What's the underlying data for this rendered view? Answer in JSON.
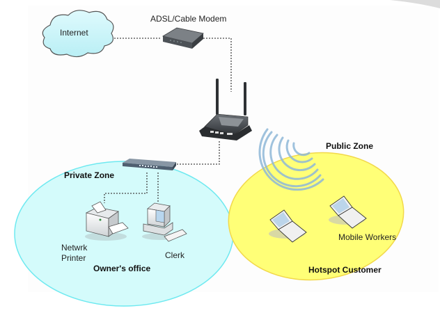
{
  "diagram": {
    "nodes": {
      "internet": {
        "label": "Internet",
        "type": "cloud"
      },
      "modem": {
        "label": "ADSL/Cable Modem",
        "type": "modem"
      },
      "access_point": {
        "label": "",
        "type": "wireless-gateway"
      },
      "switch": {
        "label": "",
        "type": "switch"
      },
      "printer": {
        "label_line1": "Netwrk",
        "label_line2": "Printer",
        "type": "printer"
      },
      "clerk": {
        "label": "Clerk",
        "type": "desktop-pc"
      },
      "laptop_1": {
        "label": "",
        "type": "laptop"
      },
      "laptop_2": {
        "label": "Mobile Workers",
        "type": "laptop"
      }
    },
    "zones": {
      "private": {
        "title": "Private Zone",
        "caption": "Owner's office",
        "color": "#d4fbfb",
        "border": "#6ee9f0"
      },
      "public": {
        "title": "Public Zone",
        "caption": "Hotspot Customer",
        "color": "#ffff77",
        "border": "#f2d84a"
      }
    },
    "links": [
      {
        "from": "internet",
        "to": "modem",
        "style": "dotted"
      },
      {
        "from": "modem",
        "to": "access_point",
        "style": "dotted"
      },
      {
        "from": "access_point",
        "to": "switch",
        "style": "dotted"
      },
      {
        "from": "switch",
        "to": "printer",
        "style": "dotted"
      },
      {
        "from": "switch",
        "to": "clerk",
        "style": "dotted"
      },
      {
        "from": "access_point",
        "to": "public",
        "style": "wireless"
      }
    ]
  }
}
